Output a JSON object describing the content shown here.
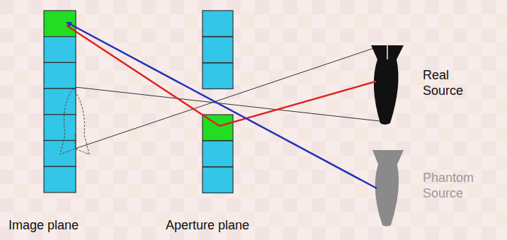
{
  "diagram": {
    "labels": [
      "Real Source",
      "Phantom Source",
      "Image plane",
      "Aperture plane"
    ]
  }
}
